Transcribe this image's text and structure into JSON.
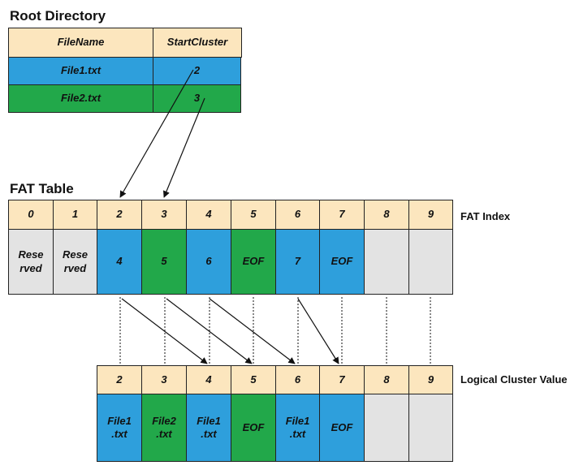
{
  "colors": {
    "header": "#FCE6BE",
    "blue": "#2E9FDC",
    "green": "#22A84A",
    "gray": "#E3E3E3",
    "line": "#111111"
  },
  "root_directory": {
    "title": "Root Directory",
    "headers": [
      "FileName",
      "StartCluster"
    ],
    "rows": [
      {
        "name": "File1.txt",
        "start": "2",
        "color": "blue"
      },
      {
        "name": "File2.txt",
        "start": "3",
        "color": "green"
      }
    ]
  },
  "fat_table": {
    "title": "FAT Table",
    "index_label": "FAT Index",
    "indices": [
      "0",
      "1",
      "2",
      "3",
      "4",
      "5",
      "6",
      "7",
      "8",
      "9"
    ],
    "values": [
      {
        "text": "Rese\nrved",
        "color": "gray"
      },
      {
        "text": "Rese\nrved",
        "color": "gray"
      },
      {
        "text": "4",
        "color": "blue"
      },
      {
        "text": "5",
        "color": "green"
      },
      {
        "text": "6",
        "color": "blue"
      },
      {
        "text": "EOF",
        "color": "green"
      },
      {
        "text": "7",
        "color": "blue"
      },
      {
        "text": "EOF",
        "color": "blue"
      },
      {
        "text": "",
        "color": "gray"
      },
      {
        "text": "",
        "color": "gray"
      }
    ]
  },
  "logical": {
    "label": "Logical Cluster Value",
    "indices": [
      "2",
      "3",
      "4",
      "5",
      "6",
      "7",
      "8",
      "9"
    ],
    "values": [
      {
        "text": "File1\n.txt",
        "color": "blue"
      },
      {
        "text": "File2\n.txt",
        "color": "green"
      },
      {
        "text": "File1\n.txt",
        "color": "blue"
      },
      {
        "text": "EOF",
        "color": "green"
      },
      {
        "text": "File1\n.txt",
        "color": "blue"
      },
      {
        "text": "EOF",
        "color": "blue"
      },
      {
        "text": "",
        "color": "gray"
      },
      {
        "text": "",
        "color": "gray"
      }
    ]
  }
}
